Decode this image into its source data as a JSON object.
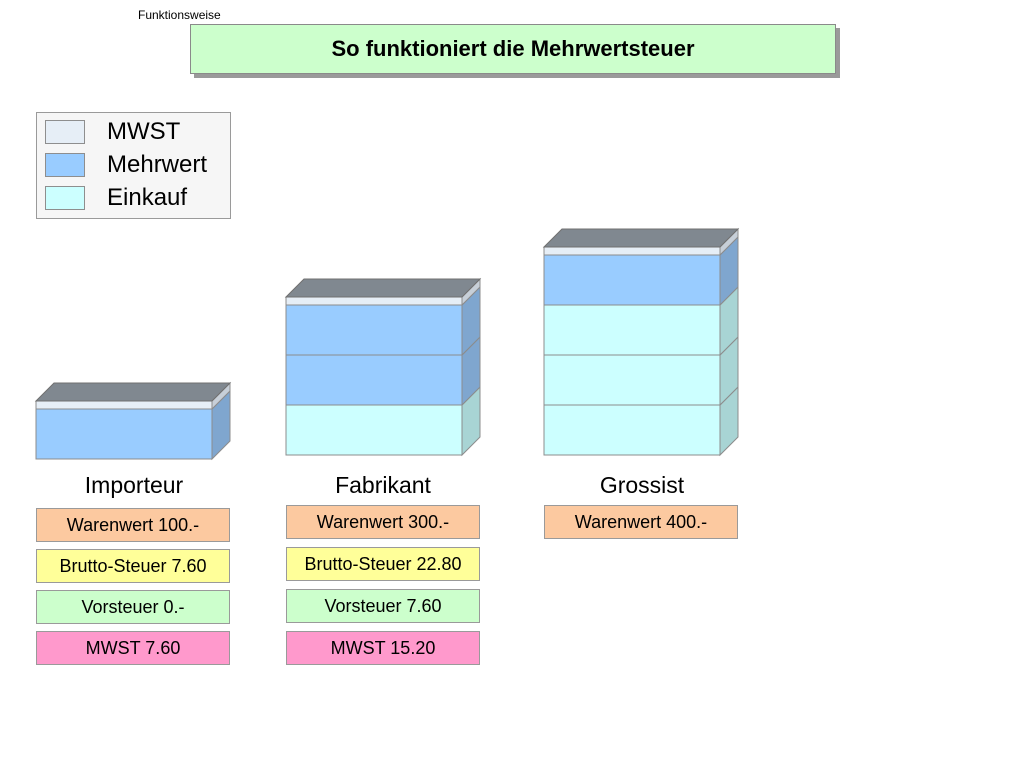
{
  "section_label": "Funktionsweise",
  "title": "So funktioniert die Mehrwertsteuer",
  "colors": {
    "mwst": "#e6eef6",
    "mehrwert": "#99ccff",
    "einkauf": "#ccffff",
    "warenwert": "#fcc9a0",
    "brutto": "#ffff99",
    "vorsteuer": "#ccffcc",
    "mwst_box": "#ff99cc"
  },
  "legend": [
    {
      "label": "MWST",
      "color_key": "mwst"
    },
    {
      "label": "Mehrwert",
      "color_key": "mehrwert"
    },
    {
      "label": "Einkauf",
      "color_key": "einkauf"
    }
  ],
  "columns": [
    {
      "name": "Importeur",
      "layers": [
        "mehrwert"
      ],
      "boxes": [
        {
          "text": "Warenwert 100.-",
          "type": "warenwert"
        },
        {
          "text": "Brutto-Steuer 7.60",
          "type": "brutto"
        },
        {
          "text": "Vorsteuer 0.-",
          "type": "vorsteuer"
        },
        {
          "text": "MWST 7.60",
          "type": "mwst_box"
        }
      ]
    },
    {
      "name": "Fabrikant",
      "layers": [
        "einkauf",
        "mehrwert",
        "mehrwert"
      ],
      "boxes": [
        {
          "text": "Warenwert 300.-",
          "type": "warenwert"
        },
        {
          "text": "Brutto-Steuer 22.80",
          "type": "brutto"
        },
        {
          "text": "Vorsteuer 7.60",
          "type": "vorsteuer"
        },
        {
          "text": "MWST 15.20",
          "type": "mwst_box"
        }
      ]
    },
    {
      "name": "Grossist",
      "layers": [
        "einkauf",
        "einkauf",
        "einkauf",
        "mehrwert"
      ],
      "boxes": [
        {
          "text": "Warenwert 400.-",
          "type": "warenwert"
        }
      ]
    }
  ]
}
